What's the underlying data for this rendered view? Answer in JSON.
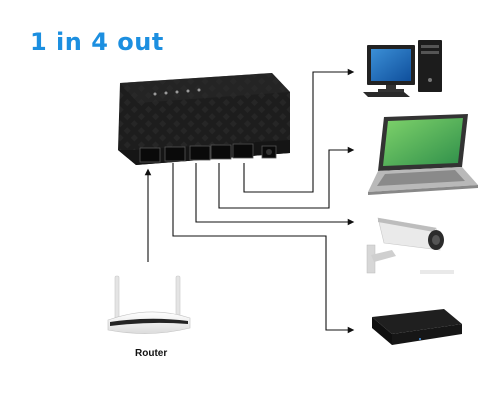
{
  "diagram": {
    "title": "1 in 4 out",
    "router_label": "Router",
    "nodes": [
      {
        "name": "network-switch",
        "icon": "switch-icon",
        "ports": 5
      },
      {
        "name": "router",
        "icon": "router-icon"
      },
      {
        "name": "desktop-computer",
        "icon": "desktop-computer-icon"
      },
      {
        "name": "laptop",
        "icon": "laptop-icon"
      },
      {
        "name": "security-camera",
        "icon": "security-camera-icon"
      },
      {
        "name": "tv-box",
        "icon": "tv-box-icon"
      }
    ],
    "connections": [
      {
        "from": "router",
        "to": "network-switch"
      },
      {
        "from": "network-switch",
        "to": "desktop-computer"
      },
      {
        "from": "network-switch",
        "to": "laptop"
      },
      {
        "from": "network-switch",
        "to": "security-camera"
      },
      {
        "from": "network-switch",
        "to": "tv-box"
      }
    ],
    "colors": {
      "title": "#1c8fe0",
      "switch_body": "#1b1b1b",
      "lines": "#111111",
      "background": "#ffffff"
    }
  }
}
